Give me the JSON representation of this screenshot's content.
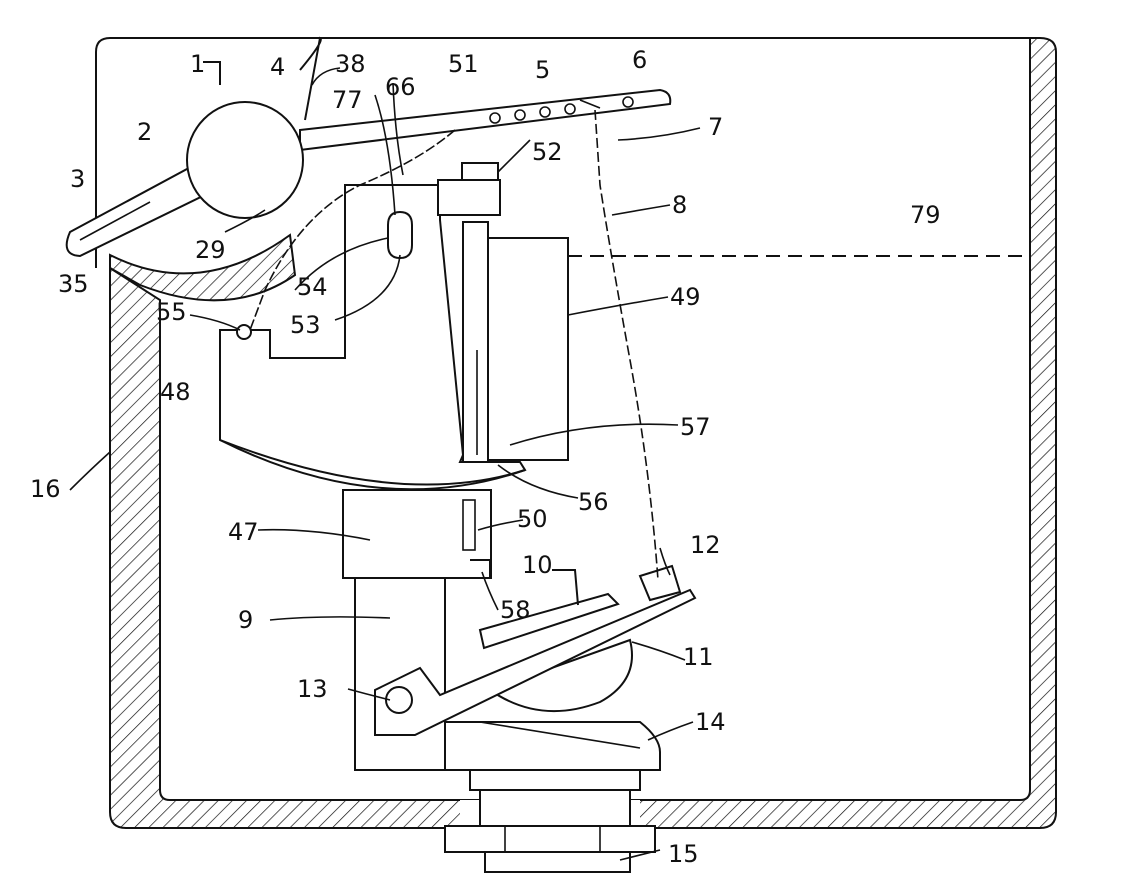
{
  "figure": {
    "labels": {
      "l1": "1",
      "l2": "2",
      "l3": "3",
      "l4": "4",
      "l5": "5",
      "l6": "6",
      "l7": "7",
      "l8": "8",
      "l9": "9",
      "l10": "10",
      "l11": "11",
      "l12": "12",
      "l13": "13",
      "l14": "14",
      "l15": "15",
      "l16": "16",
      "l29": "29",
      "l35": "35",
      "l38": "38",
      "l47": "47",
      "l48": "48",
      "l49": "49",
      "l50": "50",
      "l51": "51",
      "l52": "52",
      "l53": "53",
      "l54": "54",
      "l55": "55",
      "l56": "56",
      "l57": "57",
      "l58": "58",
      "l66": "66",
      "l77": "77",
      "l79": "79"
    }
  }
}
